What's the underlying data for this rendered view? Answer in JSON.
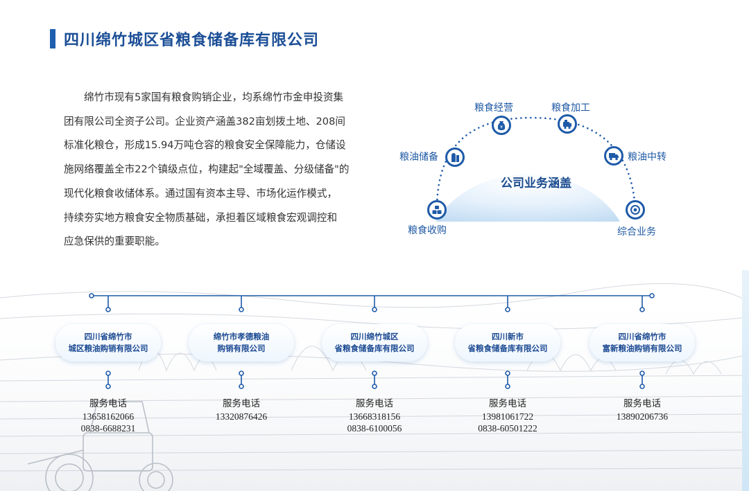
{
  "page_title": "四川绵竹城区省粮食储备库有限公司",
  "intro_lines": [
    "绵竹市现有5家国有粮食购销企业，均系绵竹市金申投资集",
    "团有限公司全资子公司。企业资产涵盖382亩划拨土地、208间",
    "标准化粮仓，形成15.94万吨仓容的粮食安全保障能力，仓储设",
    "施网络覆盖全市22个镇级点位，构建起\"全域覆盖、分级储备\"的",
    "现代化粮食收储体系。通过国有资本主导、市场化运作模式，",
    "持续夯实地方粮食安全物质基础，承担着区域粮食宏观调控和",
    "应急保供的重要职能。"
  ],
  "business": {
    "center_label": "公司业务涵盖",
    "items": [
      {
        "label": "粮食收购",
        "icon": "grain-sacks-icon"
      },
      {
        "label": "粮油储备",
        "icon": "silo-icon"
      },
      {
        "label": "粮食经营",
        "icon": "grain-bag-icon"
      },
      {
        "label": "粮食加工",
        "icon": "processing-machine-icon"
      },
      {
        "label": "粮油中转",
        "icon": "truck-icon"
      },
      {
        "label": "综合业务",
        "icon": "target-icon"
      }
    ]
  },
  "companies": [
    {
      "name_lines": [
        "四川省绵竹市",
        "城区粮油购销有限公司"
      ],
      "phone_label": "服务电话",
      "phones": [
        "13658162066",
        "0838-6688231"
      ]
    },
    {
      "name_lines": [
        "绵竹市孝德粮油",
        "购销有限公司"
      ],
      "phone_label": "服务电话",
      "phones": [
        "13320876426"
      ]
    },
    {
      "name_lines": [
        "四川绵竹城区",
        "省粮食储备库有限公司"
      ],
      "phone_label": "服务电话",
      "phones": [
        "13668318156",
        "0838-6100056"
      ]
    },
    {
      "name_lines": [
        "四川新市",
        "省粮食储备库有限公司"
      ],
      "phone_label": "服务电话",
      "phones": [
        "13981061722",
        "0838-60501222"
      ]
    },
    {
      "name_lines": [
        "四川省绵竹市",
        "富新粮油购销有限公司"
      ],
      "phone_label": "服务电话",
      "phones": [
        "13890206736"
      ]
    }
  ],
  "colors": {
    "accent": "#1f5fb0",
    "text_blue": "#1e58a3",
    "dot_line": "#1e5aa8"
  }
}
